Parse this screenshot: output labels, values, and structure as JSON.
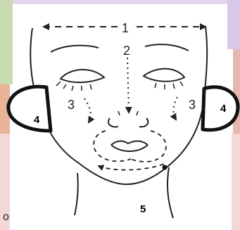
{
  "labels": {
    "forehead": "1",
    "nose": "2",
    "cheek_left": "3",
    "cheek_right": "3",
    "ear_left": "4",
    "ear_right": "4",
    "chin": "5"
  },
  "corner_mark": "o",
  "colors": {
    "line": "#222222",
    "ear_outline": "#111111",
    "background": "#ffffff"
  }
}
